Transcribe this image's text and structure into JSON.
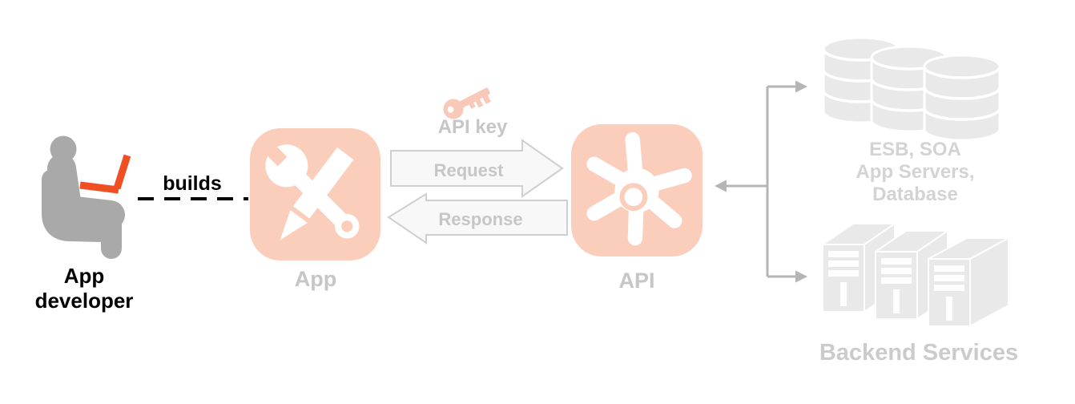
{
  "developer": {
    "label": "App developer",
    "icon": "person-at-laptop"
  },
  "builds": {
    "label": "builds"
  },
  "app": {
    "label": "App",
    "icon": "wrench-and-pencil"
  },
  "exchange": {
    "request_label": "Request",
    "response_label": "Response",
    "api_key_label": "API key",
    "key_icon": "key"
  },
  "api": {
    "label": "API",
    "icon": "gear-asterisk"
  },
  "backend": {
    "db_icon": "database-stack",
    "db_caption": [
      "ESB, SOA",
      "App Servers,",
      "Database"
    ],
    "servers_icon": "server-towers",
    "services_label": "Backend Services"
  },
  "colors": {
    "accent_orange": "#F04E23",
    "tile_salmon": "#FBCEBB",
    "key_salmon": "#F8C8B8",
    "person_gray": "#A9A9A9",
    "label_gray": "#C6C6C6",
    "caption_gray": "#D3D3D3",
    "services_gray": "#CBCBCB",
    "shape_gray": "#E9E9E9",
    "arrow_fill": "#F8F8F8",
    "arrow_stroke": "#CFCFCF",
    "connector_gray": "#B5B5B5",
    "text_black": "#000000",
    "background": "#FFFFFF"
  }
}
